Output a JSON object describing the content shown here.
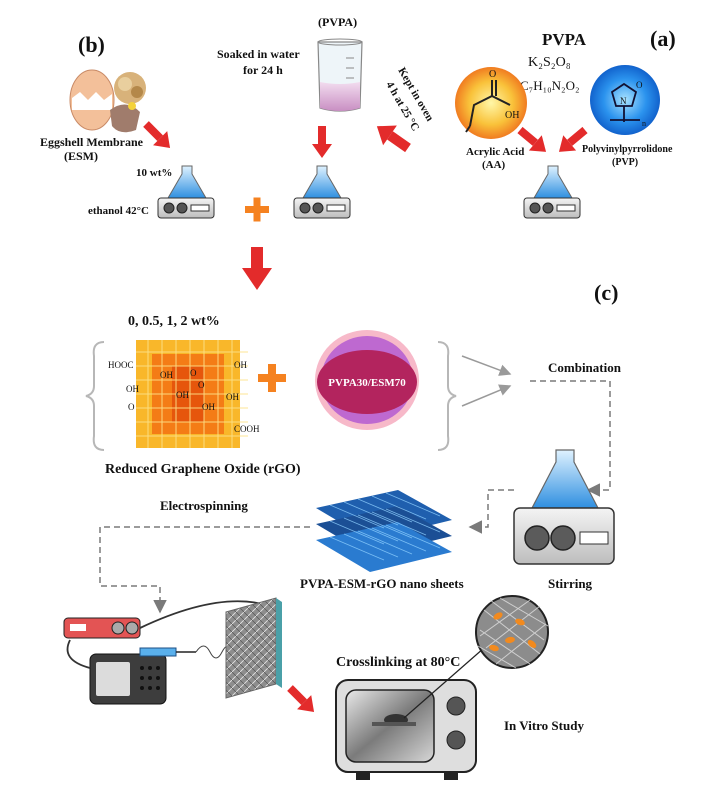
{
  "panels": {
    "a": "(a)",
    "b": "(b)",
    "c": "(c)"
  },
  "top": {
    "pvpa_title": "PVPA",
    "initiator": "K₂S₂O₈",
    "formula": "C₇H₁₀N₂O₂",
    "pvpa_beaker_label": "(PVPA)",
    "soaked_line1": "Soaked in water",
    "soaked_line2": "for 24 h",
    "oven_line1": "Kept in oven",
    "oven_line2": "4 h at 25 °C",
    "acrylic_line1": "Acrylic Acid",
    "acrylic_line2": "(AA)",
    "pvp_line1": "Polyvinylpyrrolidone",
    "pvp_line2": "(PVP)",
    "aa_O": "O",
    "aa_OH": "OH",
    "pvp_N": "N",
    "pvp_O": "O",
    "pvp_n": "n",
    "esm_line1": "Eggshell Membrane",
    "esm_line2": "(ESM)",
    "wt_label": "10 wt%",
    "ethanol_label": "ethanol 42°C"
  },
  "middle": {
    "concentrations": "0, 0.5, 1, 2 wt%",
    "rgo_caption": "Reduced Graphene Oxide (rGO)",
    "rgo_groups": [
      "HOOC",
      "OH",
      "O",
      "OH",
      "O",
      "OH",
      "OH",
      "O",
      "OH",
      "COOH",
      "OH"
    ],
    "blend_label": "PVPA30/ESM70",
    "combination": "Combination",
    "stirring": "Stirring",
    "nanosheet_caption": "PVPA-ESM-rGO nano sheets",
    "electrospinning": "Electrospinning"
  },
  "bottom": {
    "crosslinking": "Crosslinking at 80°C",
    "in_vitro": "In Vitro Study"
  },
  "colors": {
    "arrow_red": "#e32b2b",
    "plus_orange": "#f58220",
    "blend_magenta": "#b3245e",
    "rgo_orange": "#f7a21b",
    "flask_blue": "#4aa7e8",
    "pvp_blue": "#1a7de0",
    "aa_orange": "#f49b1c",
    "sheet_blue": "#1f5fae"
  }
}
